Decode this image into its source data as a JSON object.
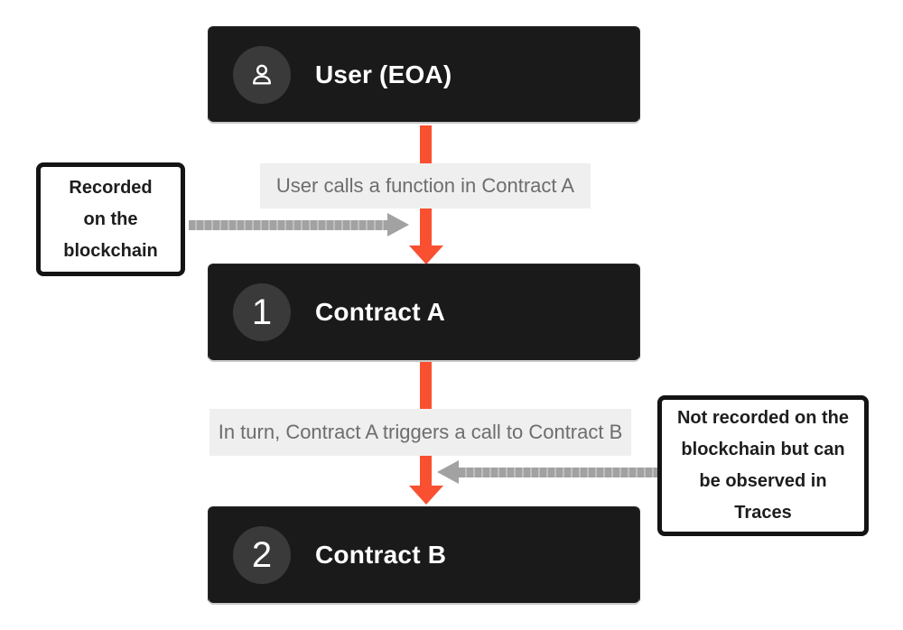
{
  "diagram": {
    "nodes": [
      {
        "id": "user",
        "title": "User (EOA)",
        "badge": "user-icon"
      },
      {
        "id": "contract-a",
        "title": "Contract A",
        "badge": "1"
      },
      {
        "id": "contract-b",
        "title": "Contract B",
        "badge": "2"
      }
    ],
    "edge_labels": [
      "User calls a function in Contract A",
      "In turn, Contract A triggers a call to Contract B"
    ],
    "notes": [
      {
        "id": "recorded",
        "lines": [
          "Recorded",
          "on the",
          "blockchain"
        ]
      },
      {
        "id": "not-recorded",
        "lines": [
          "Not recorded on the",
          "blockchain but can",
          "be observed in",
          "Traces"
        ]
      }
    ],
    "colors": {
      "node_bg": "#1a1a1a",
      "badge_bg": "#3a3a3a",
      "node_title": "#ffffff",
      "flow_arrow": "#f85030",
      "annotation_arrow": "#a2a2a2",
      "edge_label_bg": "#efefef",
      "edge_label_text": "#6d6d6d",
      "note_border": "#141414",
      "note_text": "#1d1d1d",
      "background": "#ffffff"
    }
  }
}
